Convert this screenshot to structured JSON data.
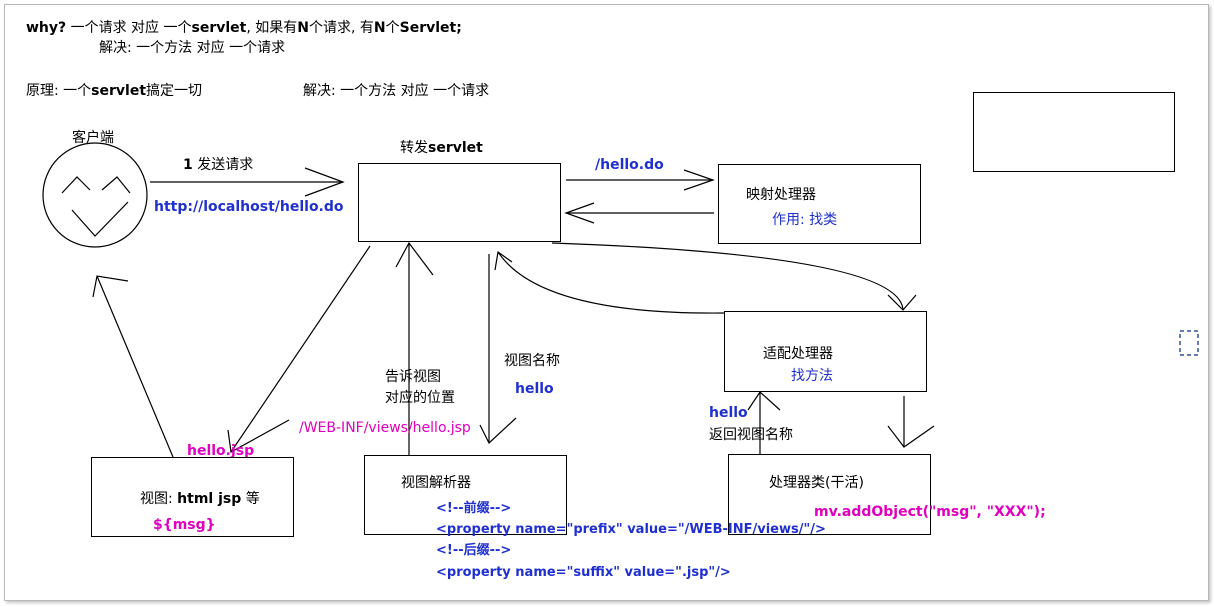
{
  "header": {
    "line1_why": "why?",
    "line1_rest": "一个请求 对应 一个",
    "line1_servlet": "servlet",
    "line1_mid": ", 如果有",
    "line1_n": "N",
    "line1_mid2": "个请求, 有",
    "line1_n2": "N",
    "line1_end": "个",
    "line1_servlet2": "Servlet;",
    "line2": "解决: 一个方法 对应 一个请求",
    "principle_prefix": "原理: 一个",
    "principle_servlet": "servlet",
    "principle_suffix": "搞定一切",
    "solution": "解决: 一个方法 对应 一个请求"
  },
  "client": {
    "label": "客户端",
    "send_num": "1",
    "send_label": "发送请求",
    "url": "http://localhost/hello.do"
  },
  "dispatcher": {
    "label_prefix": "转发",
    "label_servlet": "servlet"
  },
  "mapping": {
    "path": "/hello.do",
    "title": "映射处理器",
    "role": "作用: 找类"
  },
  "adapter": {
    "title": "适配处理器",
    "role": "找方法"
  },
  "handler": {
    "title": "处理器类(干活)",
    "code": "mv.addObject(\"msg\", \"XXX\");",
    "return_value": "hello",
    "return_label": "返回视图名称"
  },
  "view_resolver": {
    "title": "视图解析器",
    "tell_line1": "告诉视图",
    "tell_line2": "对应的位置",
    "view_name_label": "视图名称",
    "view_name_value": "hello",
    "path": "/WEB-INF/views/hello.jsp",
    "config": [
      "<!--前缀-->",
      "<property name=\"prefix\" value=\"/WEB-INF/views/\"/>",
      "<!--后缀-->",
      "<property name=\"suffix\" value=\".jsp\"/>"
    ]
  },
  "view": {
    "file": "hello.jsp",
    "title_prefix": "视图: ",
    "title_tech": "html jsp",
    "title_suffix": " 等",
    "el": "${msg}"
  },
  "colors": {
    "blue": "#1f2fd0",
    "magenta": "#e000c0",
    "line": "#000000"
  }
}
